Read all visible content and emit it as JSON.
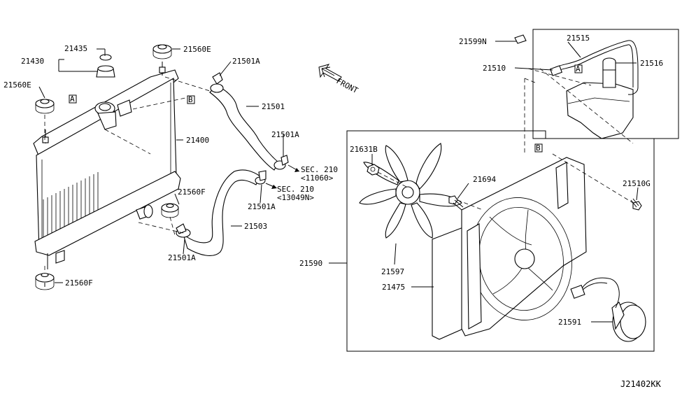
{
  "diagram_id": "J21402KK",
  "front_label": "FRONT",
  "ref_markers": {
    "a": "A",
    "b": "B"
  },
  "parts": {
    "p21435": "21435",
    "p21430": "21430",
    "p21560e_top": "21560E",
    "p21560e_left": "21560E",
    "p21501a_1": "21501A",
    "p21501": "21501",
    "p21400": "21400",
    "p21501a_2": "21501A",
    "p21560f_mid": "21560F",
    "p21501a_3": "21501A",
    "p21503": "21503",
    "p21501a_4": "21501A",
    "p21560f_bot": "21560F",
    "p21599n": "21599N",
    "p21515": "21515",
    "p21510": "21510",
    "p21516": "21516",
    "p21631b": "21631B",
    "p21694": "21694",
    "p21510g": "21510G",
    "p21590": "21590",
    "p21597": "21597",
    "p21475": "21475",
    "p21591": "21591"
  },
  "sections": {
    "sec1_line1": "SEC. 210",
    "sec1_line2": "<11060>",
    "sec2_line1": "SEC. 210",
    "sec2_line2": "<13049N>"
  }
}
